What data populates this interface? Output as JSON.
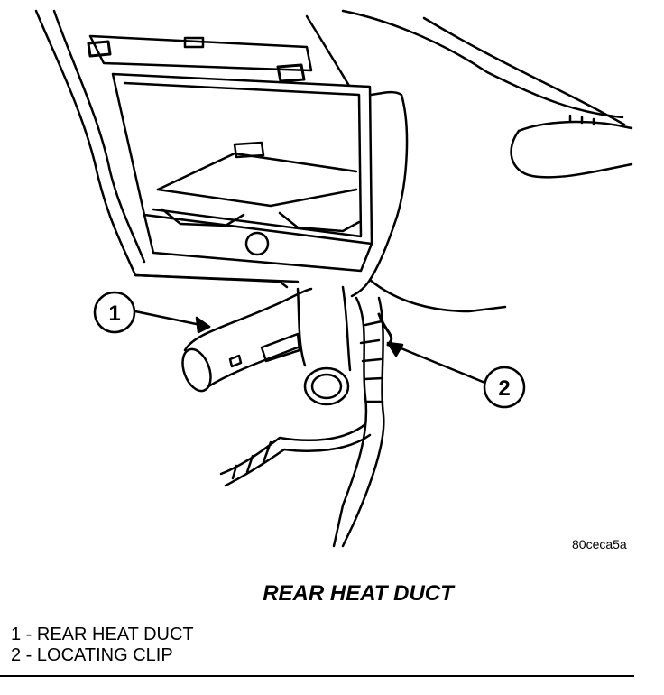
{
  "figure": {
    "id": "80ceca5a",
    "title": "REAR HEAT DUCT",
    "callouts": [
      {
        "number": "1"
      },
      {
        "number": "2"
      }
    ],
    "legend": [
      {
        "text": "1 - REAR HEAT DUCT"
      },
      {
        "text": "2 - LOCATING CLIP"
      }
    ]
  }
}
